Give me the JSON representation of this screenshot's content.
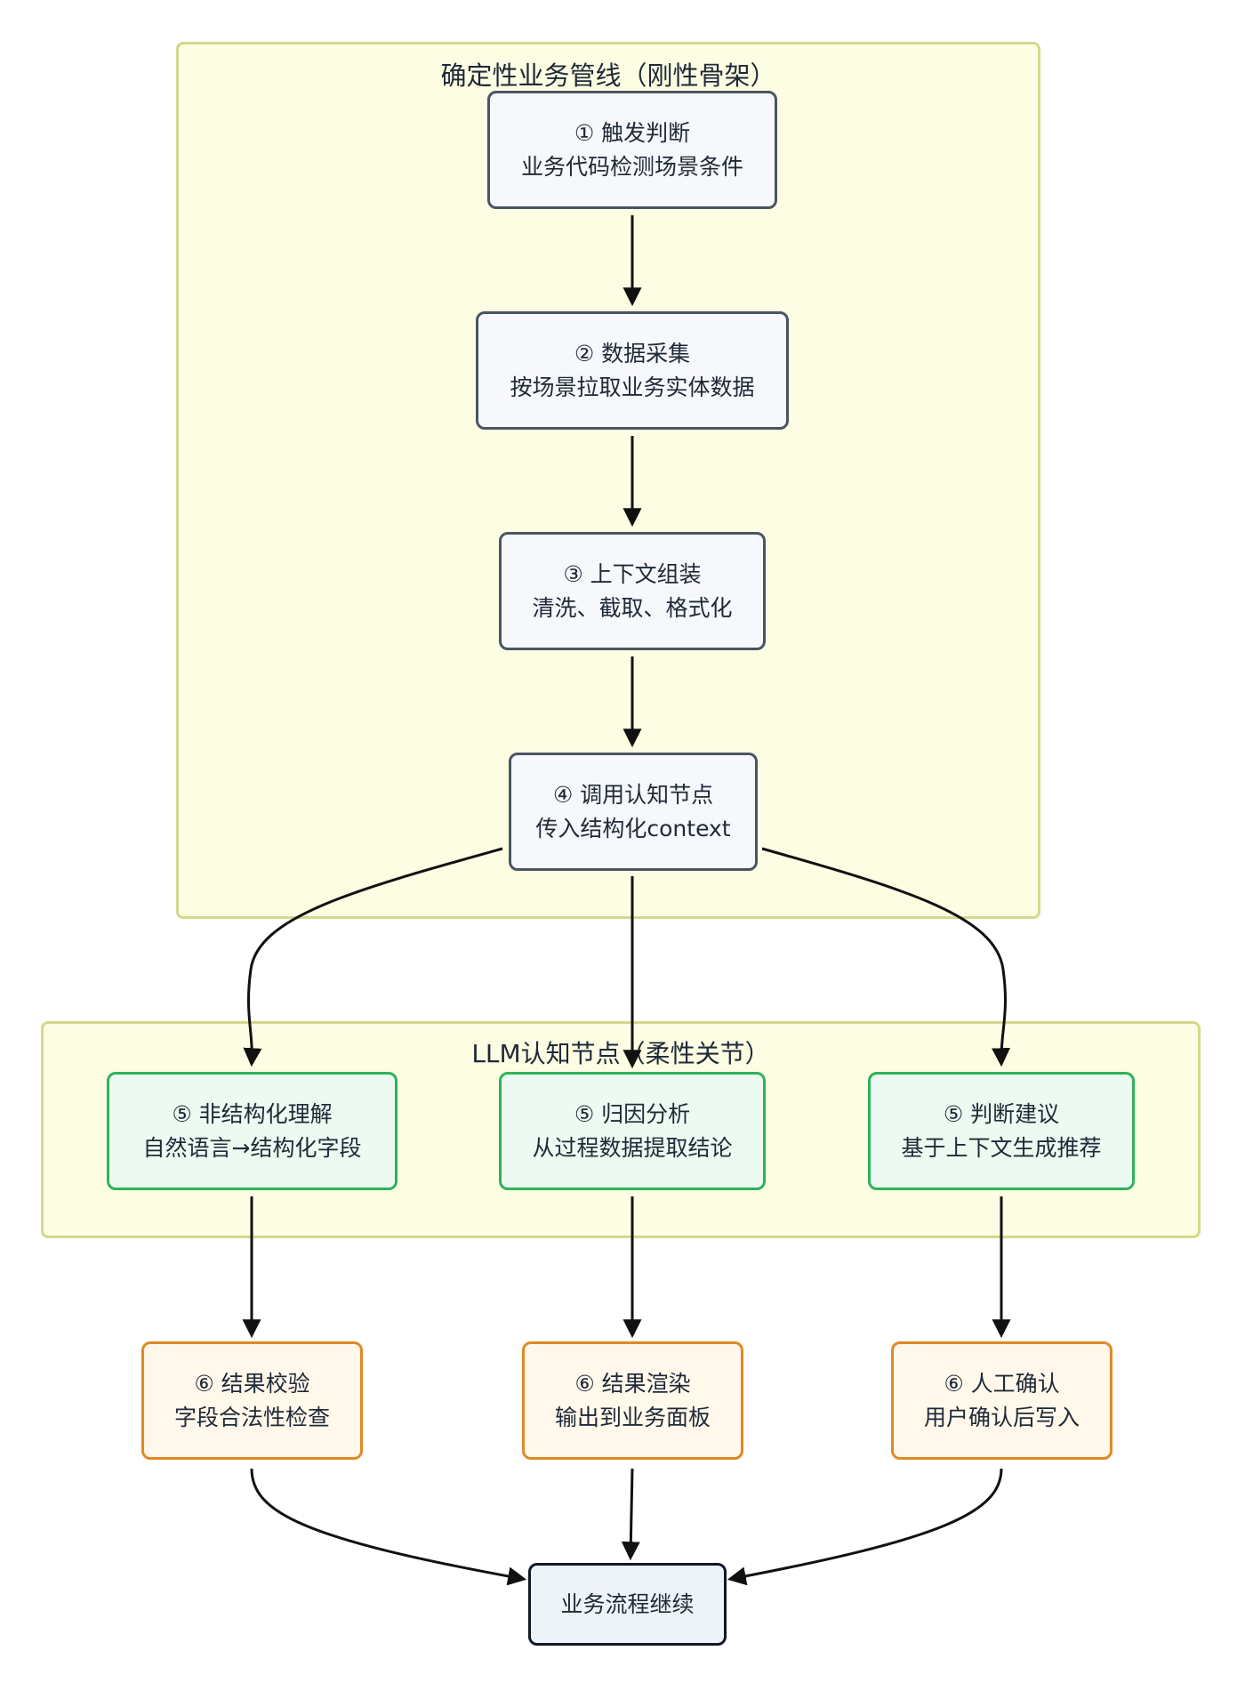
{
  "clusters": {
    "pipeline_title": "确定性业务管线（刚性骨架）",
    "llm_title": "LLM认知节点（柔性关节）"
  },
  "nodes": {
    "n1": {
      "line1": "① 触发判断",
      "line2": "业务代码检测场景条件"
    },
    "n2": {
      "line1": "② 数据采集",
      "line2": "按场景拉取业务实体数据"
    },
    "n3": {
      "line1": "③ 上下文组装",
      "line2": "清洗、截取、格式化"
    },
    "n4": {
      "line1": "④ 调用认知节点",
      "line2": "传入结构化context"
    },
    "n5a": {
      "line1": "⑤ 非结构化理解",
      "line2": "自然语言→结构化字段"
    },
    "n5b": {
      "line1": "⑤ 归因分析",
      "line2": "从过程数据提取结论"
    },
    "n5c": {
      "line1": "⑤ 判断建议",
      "line2": "基于上下文生成推荐"
    },
    "n6a": {
      "line1": "⑥ 结果校验",
      "line2": "字段合法性检查"
    },
    "n6b": {
      "line1": "⑥ 结果渲染",
      "line2": "输出到业务面板"
    },
    "n6c": {
      "line1": "⑥ 人工确认",
      "line2": "用户确认后写入"
    },
    "final": {
      "line1": "业务流程继续"
    }
  },
  "colors": {
    "cluster_fill": "#fdfde3",
    "cluster_border": "#d4d98a",
    "pipeline_node_border": "#4b5563",
    "llm_node_border": "#2fb25a",
    "output_node_border": "#df8a26",
    "edge": "#111111"
  }
}
